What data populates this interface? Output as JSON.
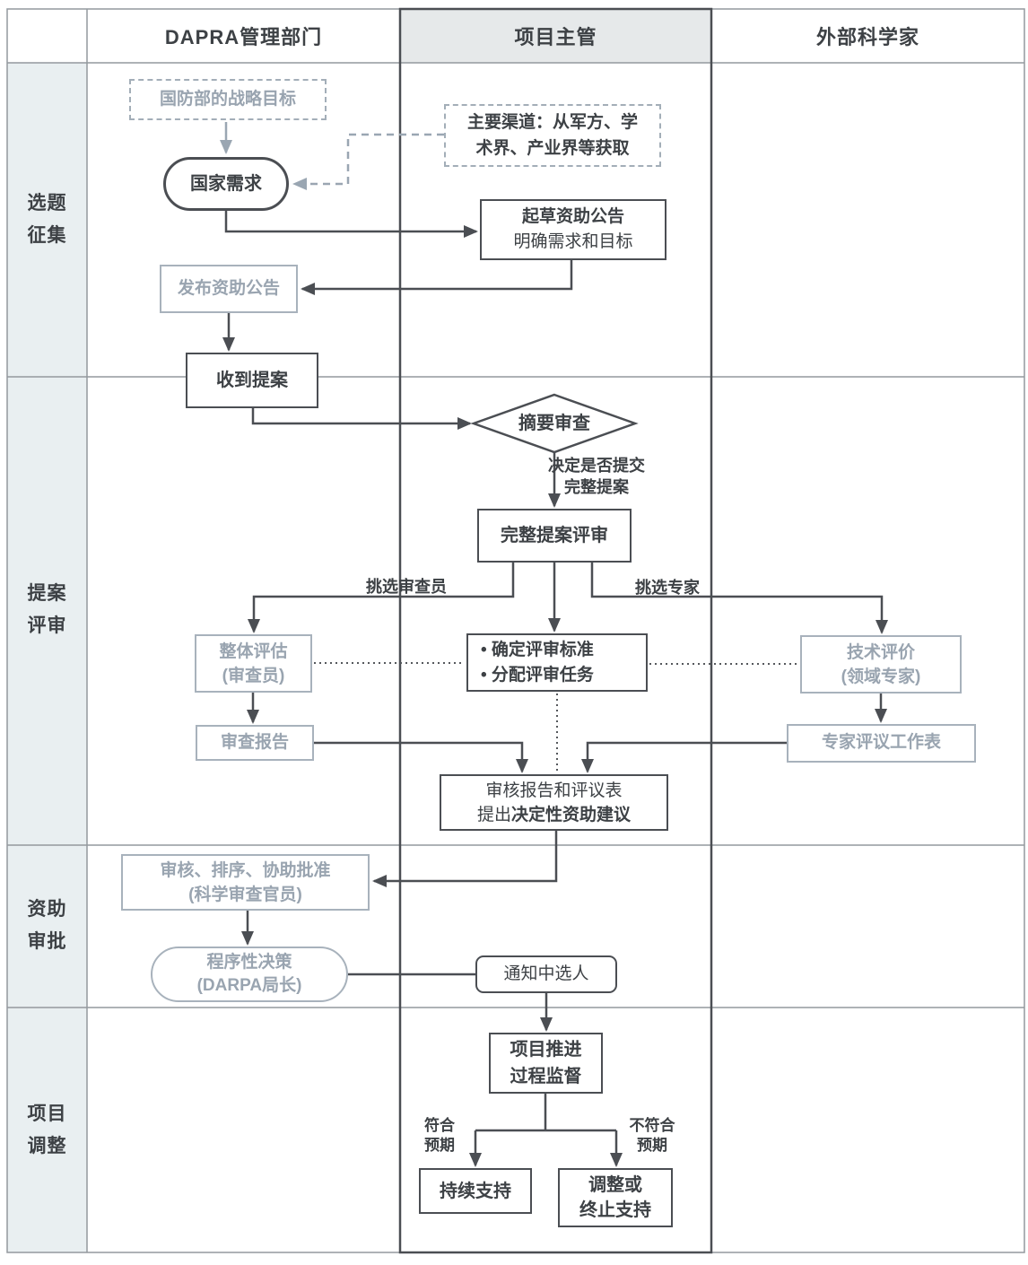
{
  "header": {
    "management": "DAPRA管理部门",
    "pm": "项目主管",
    "external": "外部科学家"
  },
  "stages": {
    "s1": [
      "选题",
      "征集"
    ],
    "s2": [
      "提案",
      "评审"
    ],
    "s3": [
      "资助",
      "审批"
    ],
    "s4": [
      "项目",
      "调整"
    ]
  },
  "nodes": {
    "strategic_goal": {
      "label": "国防部的战略目标"
    },
    "main_channel": {
      "lines": [
        "主要渠道：从军方、学",
        "术界、产业界等获取"
      ]
    },
    "national_need": {
      "label": "国家需求"
    },
    "draft_announce": {
      "lines": [
        "起草资助公告",
        "明确需求和目标"
      ]
    },
    "publish_announce": {
      "label": "发布资助公告"
    },
    "receive_proposal": {
      "label": "收到提案"
    },
    "abstract_review": {
      "label": "摘要审查"
    },
    "full_review": {
      "label": "完整提案评审"
    },
    "overall_eval": {
      "lines": [
        "整体评估",
        "(审查员)"
      ]
    },
    "criteria": {
      "lines": [
        "• 确定评审标准",
        "• 分配评审任务"
      ]
    },
    "tech_eval": {
      "lines": [
        "技术评价",
        "(领域专家)"
      ]
    },
    "review_report": {
      "label": "审查报告"
    },
    "expert_worksheet": {
      "label": "专家评议工作表"
    },
    "synthesis": {
      "line1": "审核报告和评议表",
      "line2_prefix": "提出",
      "line2_bold": "决定性资助建议"
    },
    "approve": {
      "lines": [
        "审核、排序、协助批准",
        "(科学审查官员)"
      ]
    },
    "decision": {
      "lines": [
        "程序性决策",
        "(DARPA局长)"
      ]
    },
    "notify": {
      "label": "通知中选人"
    },
    "monitor": {
      "lines": [
        "项目推进",
        "过程监督"
      ]
    },
    "continue_support": {
      "label": "持续支持"
    },
    "adjust_support": {
      "lines": [
        "调整或",
        "终止支持"
      ]
    }
  },
  "edge_labels": {
    "decide": [
      "决定是否提交",
      "完整提案"
    ],
    "pick_reviewer": "挑选审查员",
    "pick_expert": "挑选专家",
    "meets": [
      "符合",
      "预期"
    ],
    "not_meets": [
      "不符合",
      "预期"
    ]
  },
  "colors": {
    "dark": "#4b4e53",
    "gray_accent": "#9aa6b2",
    "sidebar_bg": "#e9eff1",
    "pm_header_bg": "#e6e9ea",
    "grid": "#94999e"
  }
}
